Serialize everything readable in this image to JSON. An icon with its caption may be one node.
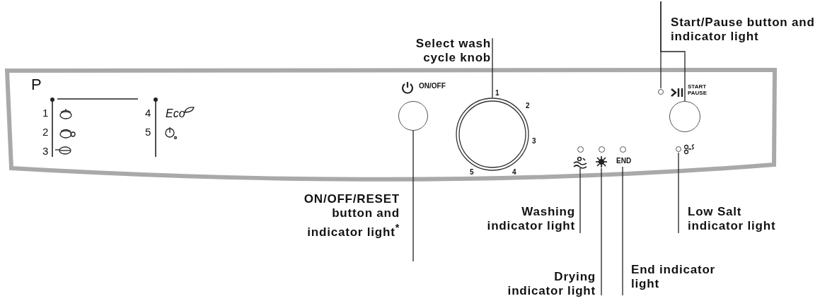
{
  "diagram": {
    "nodes": [
      {
        "text": [
          "Select wash cycle knob"
        ]
      },
      {
        "text": [
          "Start/Pause button and indicator light"
        ]
      },
      {
        "text": [],
        "shape": "circle"
      },
      {
        "text": [],
        "shape": "circle"
      },
      {
        "text": [],
        "shape": "circle"
      },
      {
        "text": [],
        "shape": "circle"
      },
      {
        "text": [
          "END"
        ]
      },
      {
        "text": [],
        "shape": "picture"
      },
      {
        "text": [],
        "shape": "picture"
      },
      {
        "text": [],
        "shape": "circle"
      },
      {
        "text": [
          "ON/OFF/RESET button and indicator light$^{*}$"
        ]
      },
      {
        "text": [
          "Washing indicator light"
        ]
      },
      {
        "text": [
          "Low Salt indicator light"
        ]
      },
      {
        "text": [
          "Drying indicator light"
        ]
      },
      {
        "text": [
          "End indicator light"
        ]
      }
    ],
    "edges": [
      {
        "from": 0,
        "to": 4,
        "arrow": "none"
      },
      {
        "from": 1,
        "to": 2,
        "arrow": "none"
      },
      {
        "from": 1,
        "to": 5,
        "arrow": "none"
      },
      {
        "from": 10,
        "to": 3,
        "arrow": "none"
      },
      {
        "from": 11,
        "to": 7,
        "arrow": "none"
      },
      {
        "from": 13,
        "to": 8,
        "arrow": "none"
      },
      {
        "from": 14,
        "to": 6,
        "arrow": "none"
      },
      {
        "from": 12,
        "to": 9,
        "arrow": "none"
      }
    ],
    "labels": [
      "P",
      "1",
      "2",
      "3",
      "4",
      "Eco",
      "5",
      "ON/OFF",
      "1",
      "2",
      "3",
      "4",
      "5",
      "START PAUSE"
    ]
  }
}
